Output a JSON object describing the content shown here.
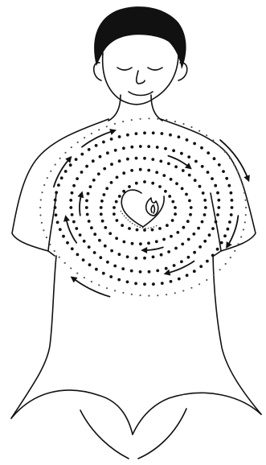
{
  "figure": {
    "subject": "meditating-figure",
    "line_color": "#111111",
    "background_color": "#ffffff",
    "spiral_direction": "clockwise",
    "spiral_rings": 6,
    "heart_icon": "heart-icon",
    "flame_icon": "flame-icon"
  }
}
